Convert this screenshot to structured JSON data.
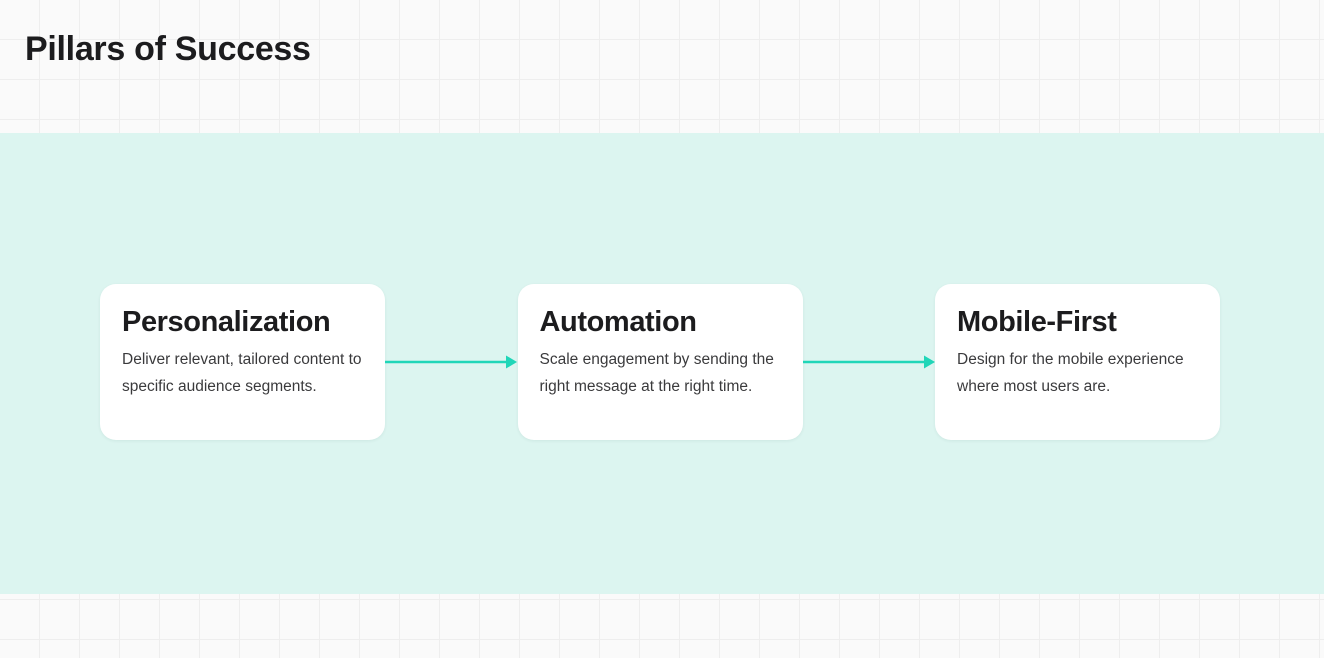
{
  "page": {
    "title": "Pillars of Success",
    "background_color": "#fafafa",
    "band_color": "#dcf5f0",
    "grid_line_color": "#eeeeee",
    "title_color": "#1c1c1e"
  },
  "diagram_data": {
    "type": "flow",
    "direction": "left-to-right",
    "node_count": 3,
    "connector_count": 2,
    "connector_color": "#20d6b8",
    "connector_style": "solid-line-with-arrowhead",
    "card_background": "#ffffff",
    "nodes": [
      {
        "title": "Personalization",
        "body": "Deliver relevant, tailored content to specific audience segments."
      },
      {
        "title": "Automation",
        "body": "Scale engagement by sending the right message at the right time."
      },
      {
        "title": "Mobile-First",
        "body": "Design for the mobile experience where most users are."
      }
    ],
    "connectors": [
      {
        "from": "Personalization",
        "to": "Automation",
        "label": ""
      },
      {
        "from": "Automation",
        "to": "Mobile-First",
        "label": ""
      }
    ]
  }
}
